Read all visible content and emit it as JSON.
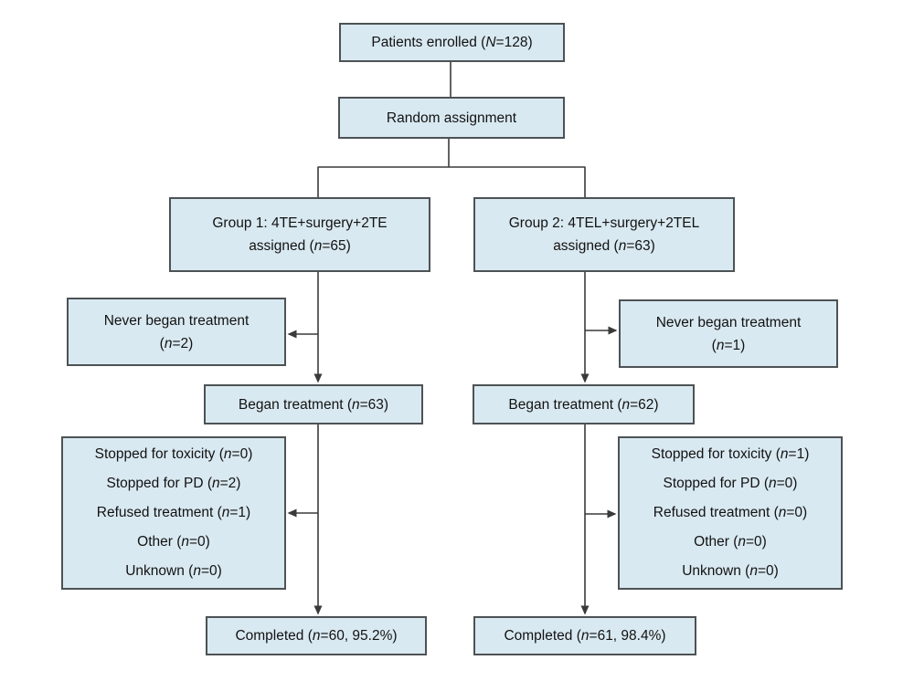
{
  "colors": {
    "background": "#ffffff",
    "box_fill": "#d9e9f1",
    "box_border": "#4d5254",
    "line": "#3a3a3a",
    "text": "#121212"
  },
  "boxes": {
    "enrolled": {
      "text": "Patients enrolled (*N*=128)"
    },
    "random_assignment": {
      "text": "Random assignment"
    },
    "group1": {
      "line1": "Group 1: 4TE+surgery+2TE",
      "line2": "assigned (*n*=65)"
    },
    "group2": {
      "line1": "Group 2: 4TEL+surgery+2TEL",
      "line2": "assigned (*n*=63)"
    },
    "never_began_left": {
      "line1": "Never began treatment",
      "line2": "(*n*=2)"
    },
    "never_began_right": {
      "line1": "Never began treatment",
      "line2": "(*n*=1)"
    },
    "began_left": {
      "text": "Began treatment (*n*=63)"
    },
    "began_right": {
      "text": "Began treatment (*n*=62)"
    },
    "discontinued_left": {
      "lines": [
        "Stopped for toxicity (*n*=0)",
        "Stopped for PD (*n*=2)",
        "Refused treatment (*n*=1)",
        "Other (*n*=0)",
        "Unknown (*n*=0)"
      ]
    },
    "discontinued_right": {
      "lines": [
        "Stopped for toxicity (*n*=1)",
        "Stopped for PD (*n*=0)",
        "Refused treatment (*n*=0)",
        "Other (*n*=0)",
        "Unknown (*n*=0)"
      ]
    },
    "completed_left": {
      "text": "Completed (*n*=60, 95.2%)"
    },
    "completed_right": {
      "text": "Completed (*n*=61, 98.4%)"
    }
  }
}
